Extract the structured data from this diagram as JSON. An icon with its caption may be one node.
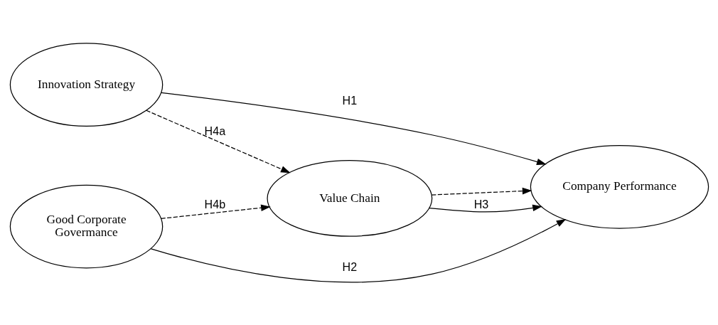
{
  "diagram": {
    "nodes": [
      {
        "text": [
          "Innovation Strategy"
        ]
      },
      {
        "text": [
          "Good Corporate Govermance"
        ]
      },
      {
        "text": [
          "Value Chain"
        ]
      },
      {
        "text": [
          "Company Performance"
        ]
      }
    ],
    "edges": [
      {
        "from": 0,
        "to": 3,
        "arrow": "to",
        "label": "H1"
      },
      {
        "from": 0,
        "to": 2,
        "arrow": "to",
        "label": "H4a",
        "style": "dashed"
      },
      {
        "from": 1,
        "to": 2,
        "arrow": "to",
        "label": "H4b",
        "style": "dashed"
      },
      {
        "from": 1,
        "to": 3,
        "arrow": "to",
        "label": "H2"
      },
      {
        "from": 2,
        "to": 3,
        "arrow": "to",
        "label": "H3"
      },
      {
        "from": 2,
        "to": 3,
        "arrow": "to",
        "style": "dashed"
      }
    ]
  }
}
